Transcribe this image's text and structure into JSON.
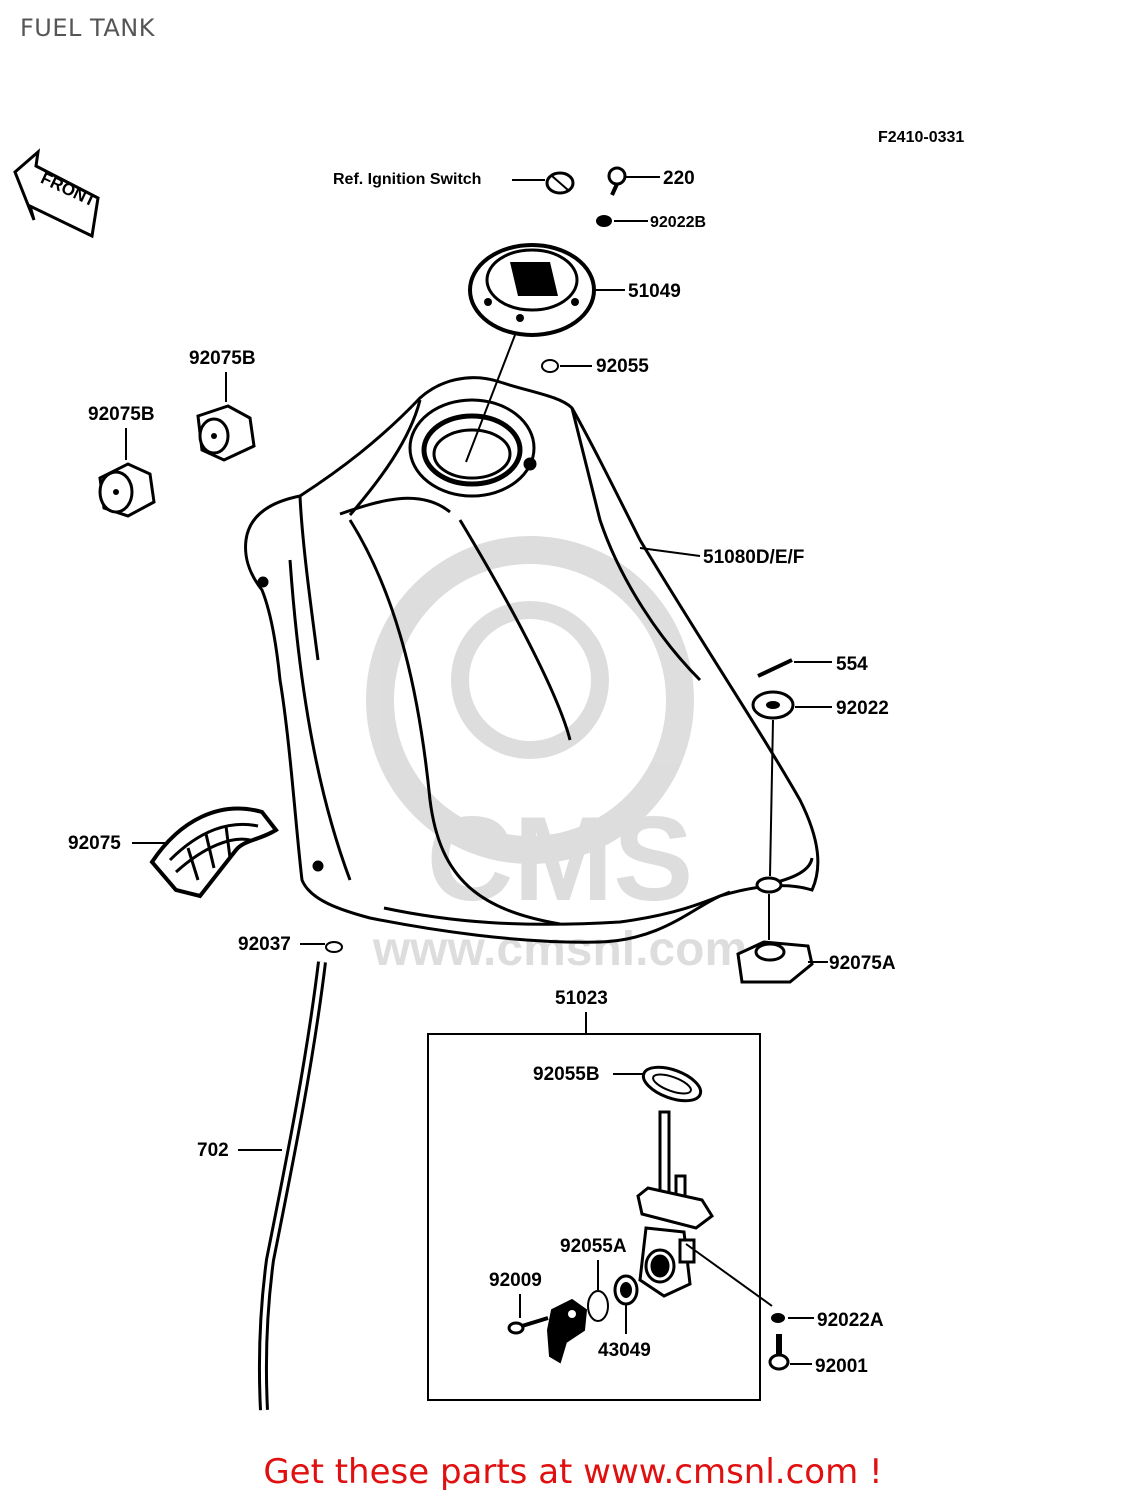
{
  "header": {
    "title": "FUEL TANK"
  },
  "diagram": {
    "ref_code": "F2410-0331",
    "front_arrow": "FRONT",
    "ref_note": "Ref. Ignition Switch",
    "watermark": "www.cmsnl.com",
    "watermark_logo": "CMS",
    "parts": [
      "220",
      "92022B",
      "51049",
      "92055",
      "92075B",
      "92075B",
      "51080D/E/F",
      "554",
      "92022",
      "92075",
      "92037",
      "92075A",
      "51023",
      "92055B",
      "702",
      "92055A",
      "92009",
      "92022A",
      "43049",
      "92001"
    ]
  },
  "footer": {
    "cta": "Get these parts at www.cmsnl.com !"
  }
}
